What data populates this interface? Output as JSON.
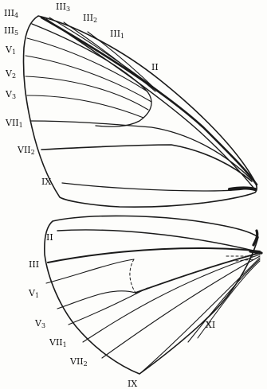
{
  "figure": {
    "forewing_labels": [
      {
        "id": "iii4",
        "base": "III",
        "sub": "4"
      },
      {
        "id": "iii3",
        "base": "III",
        "sub": "3"
      },
      {
        "id": "iii2",
        "base": "III",
        "sub": "2"
      },
      {
        "id": "iii1",
        "base": "III",
        "sub": "1"
      },
      {
        "id": "iii5",
        "base": "III",
        "sub": "5"
      },
      {
        "id": "ii",
        "base": "II",
        "sub": ""
      },
      {
        "id": "v1",
        "base": "V",
        "sub": "1"
      },
      {
        "id": "v2",
        "base": "V",
        "sub": "2"
      },
      {
        "id": "v3",
        "base": "V",
        "sub": "3"
      },
      {
        "id": "vii1",
        "base": "VII",
        "sub": "1"
      },
      {
        "id": "vii2",
        "base": "VII",
        "sub": "2"
      },
      {
        "id": "ix",
        "base": "IX",
        "sub": ""
      }
    ],
    "hindwing_labels": [
      {
        "id": "ii",
        "base": "II",
        "sub": ""
      },
      {
        "id": "iii",
        "base": "III",
        "sub": ""
      },
      {
        "id": "v1",
        "base": "V",
        "sub": "1"
      },
      {
        "id": "v3",
        "base": "V",
        "sub": "3"
      },
      {
        "id": "vii1",
        "base": "VII",
        "sub": "1"
      },
      {
        "id": "vii2",
        "base": "VII",
        "sub": "2"
      },
      {
        "id": "ix",
        "base": "IX",
        "sub": ""
      },
      {
        "id": "xi",
        "base": "XI",
        "sub": ""
      }
    ],
    "colors": {
      "ink": "#1a1a1a",
      "paper": "#fdfdfb"
    }
  }
}
